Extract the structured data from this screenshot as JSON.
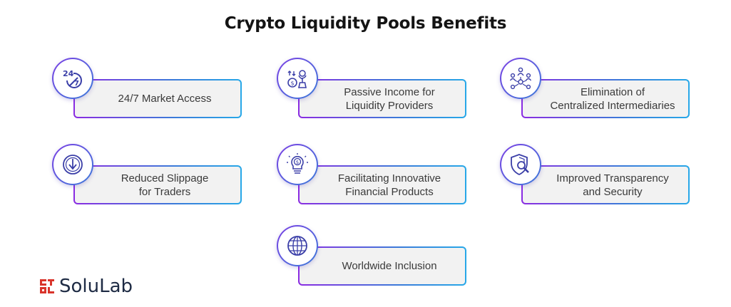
{
  "title": "Crypto Liquidity Pools Benefits",
  "colors": {
    "gradient_start": "#8a2be2",
    "gradient_end": "#27a8e8",
    "card_fill": "#f2f2f2",
    "logo_red": "#d9342b"
  },
  "cards": [
    {
      "label": "24/7 Market Access",
      "icon": "clock-24-7-icon"
    },
    {
      "label": "Passive Income for\nLiquidity Providers",
      "icon": "money-bag-plant-icon"
    },
    {
      "label": "Elimination of\nCentralized Intermediaries",
      "icon": "network-people-icon"
    },
    {
      "label": "Reduced Slippage\nfor Traders",
      "icon": "down-arrow-coin-icon"
    },
    {
      "label": "Facilitating Innovative\nFinancial Products",
      "icon": "lightbulb-coin-icon"
    },
    {
      "label": "Improved Transparency\nand Security",
      "icon": "shield-magnifier-icon"
    },
    {
      "label": "Worldwide Inclusion",
      "icon": "globe-icon"
    }
  ],
  "logo": {
    "text": "SoluLab"
  }
}
